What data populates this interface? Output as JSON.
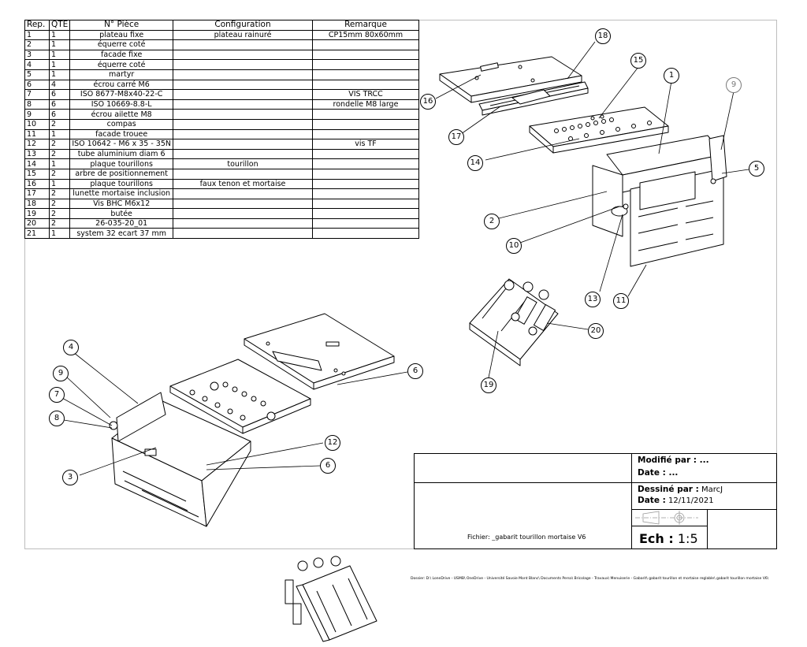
{
  "bom": {
    "headers": {
      "rep": "Rep.",
      "qte": "QTE",
      "piece": "N° Pièce",
      "config": "Configuration",
      "remark": "Remarque"
    },
    "rows": [
      {
        "rep": "1",
        "qte": "1",
        "piece": "plateau fixe",
        "config": "plateau rainuré",
        "remark": "CP15mm 80x60mm"
      },
      {
        "rep": "2",
        "qte": "1",
        "piece": "équerre coté",
        "config": "",
        "remark": ""
      },
      {
        "rep": "3",
        "qte": "1",
        "piece": "facade fixe",
        "config": "",
        "remark": ""
      },
      {
        "rep": "4",
        "qte": "1",
        "piece": "équerre coté",
        "config": "",
        "remark": ""
      },
      {
        "rep": "5",
        "qte": "1",
        "piece": "martyr",
        "config": "",
        "remark": ""
      },
      {
        "rep": "6",
        "qte": "4",
        "piece": "écrou carré M6",
        "config": "",
        "remark": ""
      },
      {
        "rep": "7",
        "qte": "6",
        "piece": "ISO 8677-M8x40-22-C",
        "config": "",
        "remark": "VIS TRCC"
      },
      {
        "rep": "8",
        "qte": "6",
        "piece": "ISO 10669-8.8-L",
        "config": "",
        "remark": "rondelle M8 large"
      },
      {
        "rep": "9",
        "qte": "6",
        "piece": "écrou ailette M8",
        "config": "",
        "remark": ""
      },
      {
        "rep": "10",
        "qte": "2",
        "piece": "compas",
        "config": "",
        "remark": ""
      },
      {
        "rep": "11",
        "qte": "1",
        "piece": "facade trouee",
        "config": "",
        "remark": ""
      },
      {
        "rep": "12",
        "qte": "2",
        "piece": "ISO 10642 - M6 x 35 - 35N",
        "config": "",
        "remark": "vis TF"
      },
      {
        "rep": "13",
        "qte": "2",
        "piece": "tube aluminium diam 6",
        "config": "",
        "remark": ""
      },
      {
        "rep": "14",
        "qte": "1",
        "piece": "plaque tourillons",
        "config": "tourillon",
        "remark": ""
      },
      {
        "rep": "15",
        "qte": "2",
        "piece": "arbre de positionnement",
        "config": "",
        "remark": ""
      },
      {
        "rep": "16",
        "qte": "1",
        "piece": "plaque tourillons",
        "config": "faux tenon et mortaise",
        "remark": ""
      },
      {
        "rep": "17",
        "qte": "2",
        "piece": "lunette mortaise inclusion",
        "config": "",
        "remark": ""
      },
      {
        "rep": "18",
        "qte": "2",
        "piece": "Vis BHC M6x12",
        "config": "",
        "remark": ""
      },
      {
        "rep": "19",
        "qte": "2",
        "piece": "butée",
        "config": "",
        "remark": ""
      },
      {
        "rep": "20",
        "qte": "2",
        "piece": "26-035-20_01",
        "config": "",
        "remark": ""
      },
      {
        "rep": "21",
        "qte": "1",
        "piece": "system 32 ecart 37 mm",
        "config": "",
        "remark": ""
      }
    ]
  },
  "callouts": {
    "c1": "1",
    "c2": "2",
    "c3": "3",
    "c4": "4",
    "c5": "5",
    "c6a": "6",
    "c6b": "6",
    "c7": "7",
    "c8": "8",
    "c9": "9",
    "c10": "10",
    "c11": "11",
    "c12": "12",
    "c13": "13",
    "c14": "14",
    "c15": "15",
    "c16": "16",
    "c17": "17",
    "c18": "18",
    "c19": "19",
    "c20": "20"
  },
  "title_block": {
    "modified_label": "Modifié par : ...",
    "date1_label": "Date : ...",
    "drawn_label": "Dessiné par :",
    "drawn_value": "MarcJ",
    "date2_label": "Date :",
    "date2_value": "12/11/2021",
    "file_label": "Fichier: _gabarit tourillon mortaise V6",
    "scale_label": "Ech :",
    "scale_value": "1:5"
  },
  "file_path": "Dossier: D:\\ LoneDrive - USMB\\ OneDrive - Université Savoie Mont Blanc\\ Documents Perso\\ Bricolage - Travaux\\ Menuiserie - Gabarit\\ gabarit tourillon et mortaise reglable\\ gabarit tourillon mortaise V6\\"
}
